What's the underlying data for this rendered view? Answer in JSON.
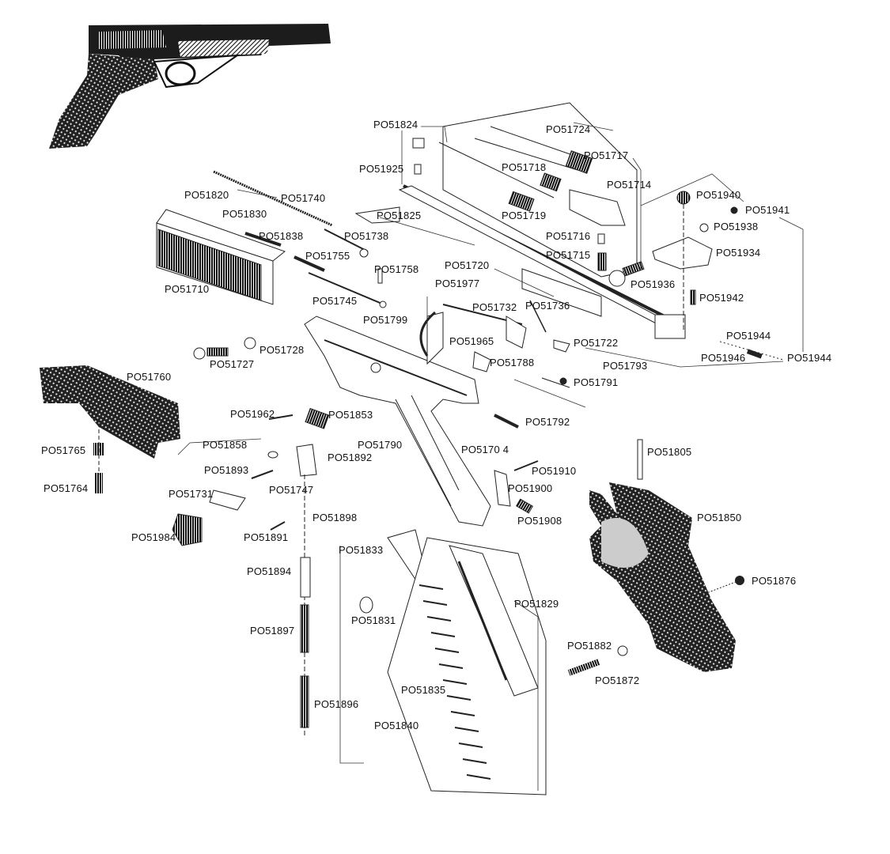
{
  "diagram": {
    "title": "Exploded parts diagram - semi-automatic target pistol",
    "line_color": "#222222",
    "fill_dark": "#1a1a1a",
    "background": "#ffffff"
  },
  "labels": [
    {
      "id": "PO51824",
      "text": "PO51824"
    },
    {
      "id": "PO51724",
      "text": "PO51724"
    },
    {
      "id": "PO51717",
      "text": "PO51717"
    },
    {
      "id": "PO51925",
      "text": "PO51925"
    },
    {
      "id": "PO51718",
      "text": "PO51718"
    },
    {
      "id": "PO51714",
      "text": "PO51714"
    },
    {
      "id": "PO51940",
      "text": "PO51940"
    },
    {
      "id": "PO51941",
      "text": "PO51941"
    },
    {
      "id": "PO51820",
      "text": "PO51820"
    },
    {
      "id": "PO51740",
      "text": "PO51740"
    },
    {
      "id": "PO51830",
      "text": "PO51830"
    },
    {
      "id": "PO51825",
      "text": "PO51825"
    },
    {
      "id": "PO51719",
      "text": "PO51719"
    },
    {
      "id": "PO51938",
      "text": "PO51938"
    },
    {
      "id": "PO51838",
      "text": "PO51838"
    },
    {
      "id": "PO51738",
      "text": "PO51738"
    },
    {
      "id": "PO51716",
      "text": "PO51716"
    },
    {
      "id": "PO51755",
      "text": "PO51755"
    },
    {
      "id": "PO51715",
      "text": "PO51715"
    },
    {
      "id": "PO51934",
      "text": "PO51934"
    },
    {
      "id": "PO51720",
      "text": "PO51720"
    },
    {
      "id": "PO51758",
      "text": "PO51758"
    },
    {
      "id": "PO51710",
      "text": "PO51710"
    },
    {
      "id": "PO51977",
      "text": "PO51977"
    },
    {
      "id": "PO51936",
      "text": "PO51936"
    },
    {
      "id": "PO51745",
      "text": "PO51745"
    },
    {
      "id": "PO51732",
      "text": "PO51732"
    },
    {
      "id": "PO51736",
      "text": "PO51736"
    },
    {
      "id": "PO51942",
      "text": "PO51942"
    },
    {
      "id": "PO51799",
      "text": "PO51799"
    },
    {
      "id": "PO51944a",
      "text": "PO51944"
    },
    {
      "id": "PO51965",
      "text": "PO51965"
    },
    {
      "id": "PO51722",
      "text": "PO51722"
    },
    {
      "id": "PO51728",
      "text": "PO51728"
    },
    {
      "id": "PO51946",
      "text": "PO51946"
    },
    {
      "id": "PO51944b",
      "text": "PO51944"
    },
    {
      "id": "PO51727",
      "text": "PO51727"
    },
    {
      "id": "PO51788",
      "text": "PO51788"
    },
    {
      "id": "PO51793",
      "text": "PO51793"
    },
    {
      "id": "PO51760",
      "text": "PO51760"
    },
    {
      "id": "PO51791",
      "text": "PO51791"
    },
    {
      "id": "PO51962",
      "text": "PO51962"
    },
    {
      "id": "PO51853",
      "text": "PO51853"
    },
    {
      "id": "PO51792",
      "text": "PO51792"
    },
    {
      "id": "PO51858",
      "text": "PO51858"
    },
    {
      "id": "PO51790",
      "text": "PO51790"
    },
    {
      "id": "PO51765",
      "text": "PO51765"
    },
    {
      "id": "PO51704",
      "text": "PO5170 4"
    },
    {
      "id": "PO51893",
      "text": "PO51893"
    },
    {
      "id": "PO51892",
      "text": "PO51892"
    },
    {
      "id": "PO51805",
      "text": "PO51805"
    },
    {
      "id": "PO51910",
      "text": "PO51910"
    },
    {
      "id": "PO51764",
      "text": "PO51764"
    },
    {
      "id": "PO51731",
      "text": "PO51731"
    },
    {
      "id": "PO51747",
      "text": "PO51747"
    },
    {
      "id": "PO51900",
      "text": "PO51900"
    },
    {
      "id": "PO51908",
      "text": "PO51908"
    },
    {
      "id": "PO51850",
      "text": "PO51850"
    },
    {
      "id": "PO51898",
      "text": "PO51898"
    },
    {
      "id": "PO51984",
      "text": "PO51984"
    },
    {
      "id": "PO51891",
      "text": "PO51891"
    },
    {
      "id": "PO51833",
      "text": "PO51833"
    },
    {
      "id": "PO51894",
      "text": "PO51894"
    },
    {
      "id": "PO51876",
      "text": "PO51876"
    },
    {
      "id": "PO51829",
      "text": "PO51829"
    },
    {
      "id": "PO51831",
      "text": "PO51831"
    },
    {
      "id": "PO51897",
      "text": "PO51897"
    },
    {
      "id": "PO51882",
      "text": "PO51882"
    },
    {
      "id": "PO51872",
      "text": "PO51872"
    },
    {
      "id": "PO51835",
      "text": "PO51835"
    },
    {
      "id": "PO51896",
      "text": "PO51896"
    },
    {
      "id": "PO51840",
      "text": "PO51840"
    }
  ]
}
